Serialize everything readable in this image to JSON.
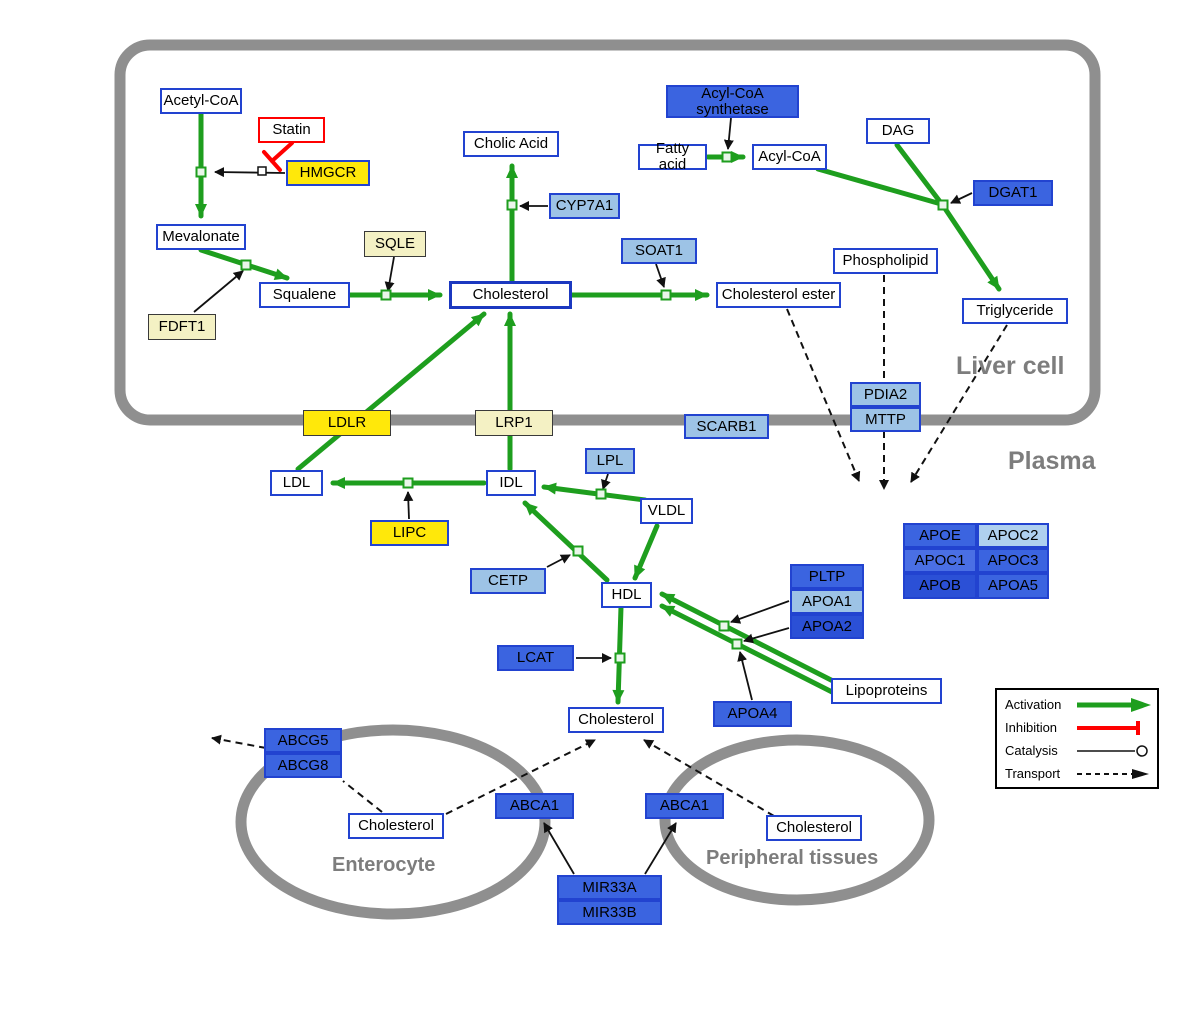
{
  "regions": {
    "liver_cell": "Liver cell",
    "plasma": "Plasma",
    "enterocyte": "Enterocyte",
    "peripheral_tissues": "Peripheral tissues"
  },
  "nodes": {
    "acetyl_coa": "Acetyl-CoA",
    "statin": "Statin",
    "hmgcr": "HMGCR",
    "mevalonate": "Mevalonate",
    "sqle": "SQLE",
    "fdft1": "FDFT1",
    "squalene": "Squalene",
    "cholesterol_liver": "Cholesterol",
    "cholic_acid": "Cholic Acid",
    "cyp7a1": "CYP7A1",
    "soat1": "SOAT1",
    "acyl_coa_synthetase": "Acyl-CoA synthetase",
    "fatty_acid": "Fatty acid",
    "acyl_coa": "Acyl-CoA",
    "dag": "DAG",
    "dgat1": "DGAT1",
    "phospholipid": "Phospholipid",
    "cholesterol_ester": "Cholesterol ester",
    "triglyceride": "Triglyceride",
    "pdia2": "PDIA2",
    "mttp": "MTTP",
    "ldlr": "LDLR",
    "lrp1": "LRP1",
    "scarb1": "SCARB1",
    "ldl": "LDL",
    "idl": "IDL",
    "lpl": "LPL",
    "vldl": "VLDL",
    "lipc": "LIPC",
    "cetp": "CETP",
    "hdl": "HDL",
    "pltp": "PLTP",
    "apoa1": "APOA1",
    "apoa2": "APOA2",
    "apoe": "APOE",
    "apoc2": "APOC2",
    "apoc1": "APOC1",
    "apoc3": "APOC3",
    "apob": "APOB",
    "apoa5": "APOA5",
    "lcat": "LCAT",
    "apoa4": "APOA4",
    "lipoproteins": "Lipoproteins",
    "cholesterol_plasma": "Cholesterol",
    "abcg5": "ABCG5",
    "abcg8": "ABCG8",
    "cholesterol_enterocyte": "Cholesterol",
    "abca1_left": "ABCA1",
    "abca1_right": "ABCA1",
    "cholesterol_peripheral": "Cholesterol",
    "mir33a": "MIR33A",
    "mir33b": "MIR33B"
  },
  "legend": {
    "activation": "Activation",
    "inhibition": "Inhibition",
    "catalysis": "Catalysis",
    "transport": "Transport"
  },
  "colors": {
    "activation_green": "#1E9E1E",
    "inhibition_red": "#FF0000",
    "node_border_blue": "#2243D0",
    "fill_blue": "#3B64E0",
    "fill_dark_blue": "#2B50D6",
    "fill_light_blue": "#9DC3E6",
    "fill_yellow": "#FFE80A",
    "fill_pale_yellow": "#F4F1C4",
    "membrane_gray": "#8F8F8F"
  }
}
